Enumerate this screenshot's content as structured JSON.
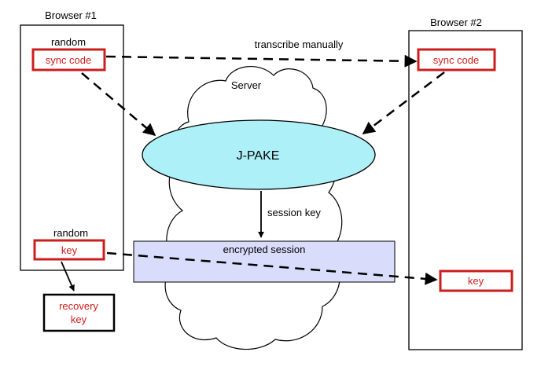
{
  "browser1": {
    "title": "Browser #1",
    "random_label_top": "random",
    "sync_code": "sync code",
    "random_label_bottom": "random",
    "key": "key"
  },
  "browser2": {
    "title": "Browser #2",
    "sync_code": "sync code",
    "key": "key"
  },
  "recovery": {
    "line1": "recovery",
    "line2": "key"
  },
  "server": {
    "label": "Server",
    "protocol": "J-PAKE",
    "session_key_label": "session key",
    "encrypted_session_label": "encrypted session"
  },
  "transfer_label": "transcribe manually",
  "colors": {
    "red": "#cc1e1e",
    "ellipse_fill": "#aef0f7",
    "session_fill": "#d9ddfb",
    "border": "#000000"
  }
}
